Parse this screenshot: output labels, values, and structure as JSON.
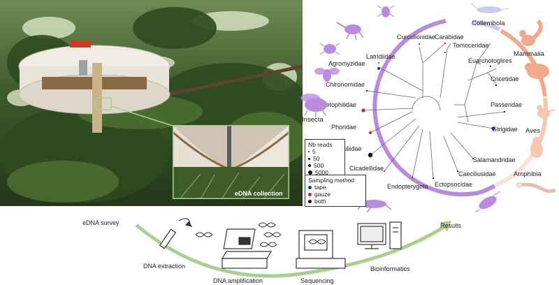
{
  "photo": {
    "inset_label": "eDNA collection"
  },
  "tree": {
    "taxa": [
      {
        "name": "Curculionidae",
        "method": "gauze",
        "reads": 5
      },
      {
        "name": "Carabidae",
        "method": "gauze",
        "reads": 5
      },
      {
        "name": "Latridiidae",
        "method": "gauze",
        "reads": 5
      },
      {
        "name": "Tomoceridae",
        "method": "gauze",
        "reads": 5
      },
      {
        "name": "Agromyzidae",
        "method": "tape",
        "reads": 50
      },
      {
        "name": "Euarchotoglires",
        "method": "tape",
        "reads": 5
      },
      {
        "name": "Chironomidae",
        "method": "both",
        "reads": 5
      },
      {
        "name": "Cricetidae",
        "method": "both",
        "reads": 5
      },
      {
        "name": "Mycetophilidae",
        "method": "gauze",
        "reads": 500
      },
      {
        "name": "Passeridae",
        "method": "both",
        "reads": 5
      },
      {
        "name": "Phoridae",
        "method": "gauze",
        "reads": 50
      },
      {
        "name": "Strigidae",
        "method": "tape",
        "reads": 500
      },
      {
        "name": "Simuliidae",
        "method": "both",
        "reads": 5000
      },
      {
        "name": "Salamandridae",
        "method": "both",
        "reads": 5
      },
      {
        "name": "Cicadellidae",
        "method": "gauze",
        "reads": 5
      },
      {
        "name": "Caeciliusidae",
        "method": "both",
        "reads": 5
      },
      {
        "name": "Endopterygota",
        "method": "gauze",
        "reads": 5
      },
      {
        "name": "Ectopsocidae",
        "method": "both",
        "reads": 5
      }
    ],
    "groups": [
      "Collembola",
      "Mammalia",
      "Aves",
      "Amphibia",
      "Insecta"
    ],
    "colors": {
      "insecta_ring": "#b98be0",
      "collembola_ring": "#c9ccf0",
      "mammalia_ring": "#f0a98a",
      "aves_ring": "#f7c6b0",
      "amphibia_ring": "#fbe0d4",
      "tape": "#1a2fb0",
      "gauze": "#d42020",
      "both": "#111111"
    }
  },
  "legend_reads": {
    "title": "Nb reads",
    "items": [
      "5",
      "50",
      "500",
      "5000"
    ]
  },
  "legend_method": {
    "title": "Sampling method",
    "items": [
      "tape",
      "gauze",
      "both"
    ]
  },
  "workflow": {
    "steps": [
      "eDNA survey",
      "DNA extraction",
      "DNA amplification",
      "Sequencing",
      "Bioinformatics",
      "Results"
    ],
    "arrow_color": "#a9d18e"
  }
}
